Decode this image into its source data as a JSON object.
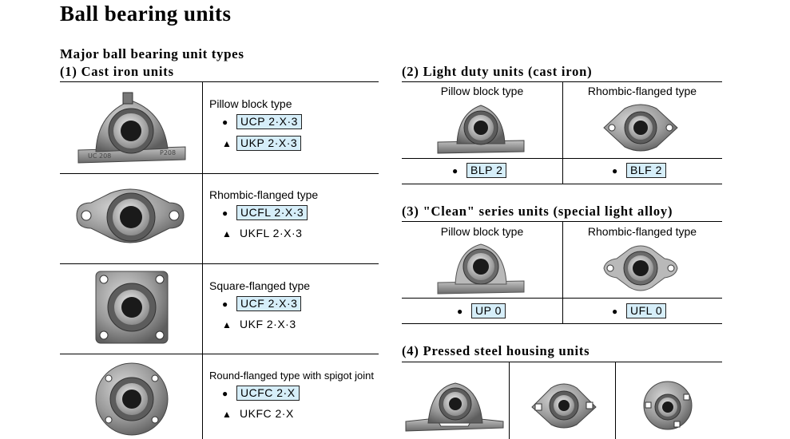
{
  "title": "Ball bearing units",
  "subtitle": "Major ball bearing unit types",
  "section1": {
    "heading": "(1) Cast iron units",
    "rows": [
      {
        "label": "Pillow block type",
        "items": [
          {
            "sym": "●",
            "code": "UCP 2·X·3",
            "boxed": true
          },
          {
            "sym": "▲",
            "code": "UKP 2·X·3",
            "boxed": true
          }
        ]
      },
      {
        "label": "Rhombic-flanged type",
        "items": [
          {
            "sym": "●",
            "code": "UCFL 2·X·3",
            "boxed": true
          },
          {
            "sym": "▲",
            "code": "UKFL 2·X·3",
            "boxed": false
          }
        ]
      },
      {
        "label": "Square-flanged type",
        "items": [
          {
            "sym": "●",
            "code": "UCF 2·X·3",
            "boxed": true
          },
          {
            "sym": "▲",
            "code": "UKF 2·X·3",
            "boxed": false
          }
        ]
      },
      {
        "label": "Round-flanged type with spigot joint",
        "items": [
          {
            "sym": "●",
            "code": "UCFC 2·X",
            "boxed": true
          },
          {
            "sym": "▲",
            "code": "UKFC 2·X",
            "boxed": false
          }
        ]
      }
    ]
  },
  "section2": {
    "heading": "(2) Light duty units (cast iron)",
    "cols": [
      {
        "label": "Pillow block type",
        "sym": "●",
        "code": "BLP 2"
      },
      {
        "label": "Rhombic-flanged type",
        "sym": "●",
        "code": "BLF 2"
      }
    ]
  },
  "section3": {
    "heading": "(3) \"Clean\" series units (special light alloy)",
    "cols": [
      {
        "label": "Pillow block type",
        "sym": "●",
        "code": "UP 0"
      },
      {
        "label": "Rhombic-flanged type",
        "sym": "●",
        "code": "UFL 0"
      }
    ]
  },
  "section4": {
    "heading": "(4) Pressed steel housing units"
  },
  "colors": {
    "code_fill": "#d6eef9",
    "metal": "#8a8a8a"
  }
}
